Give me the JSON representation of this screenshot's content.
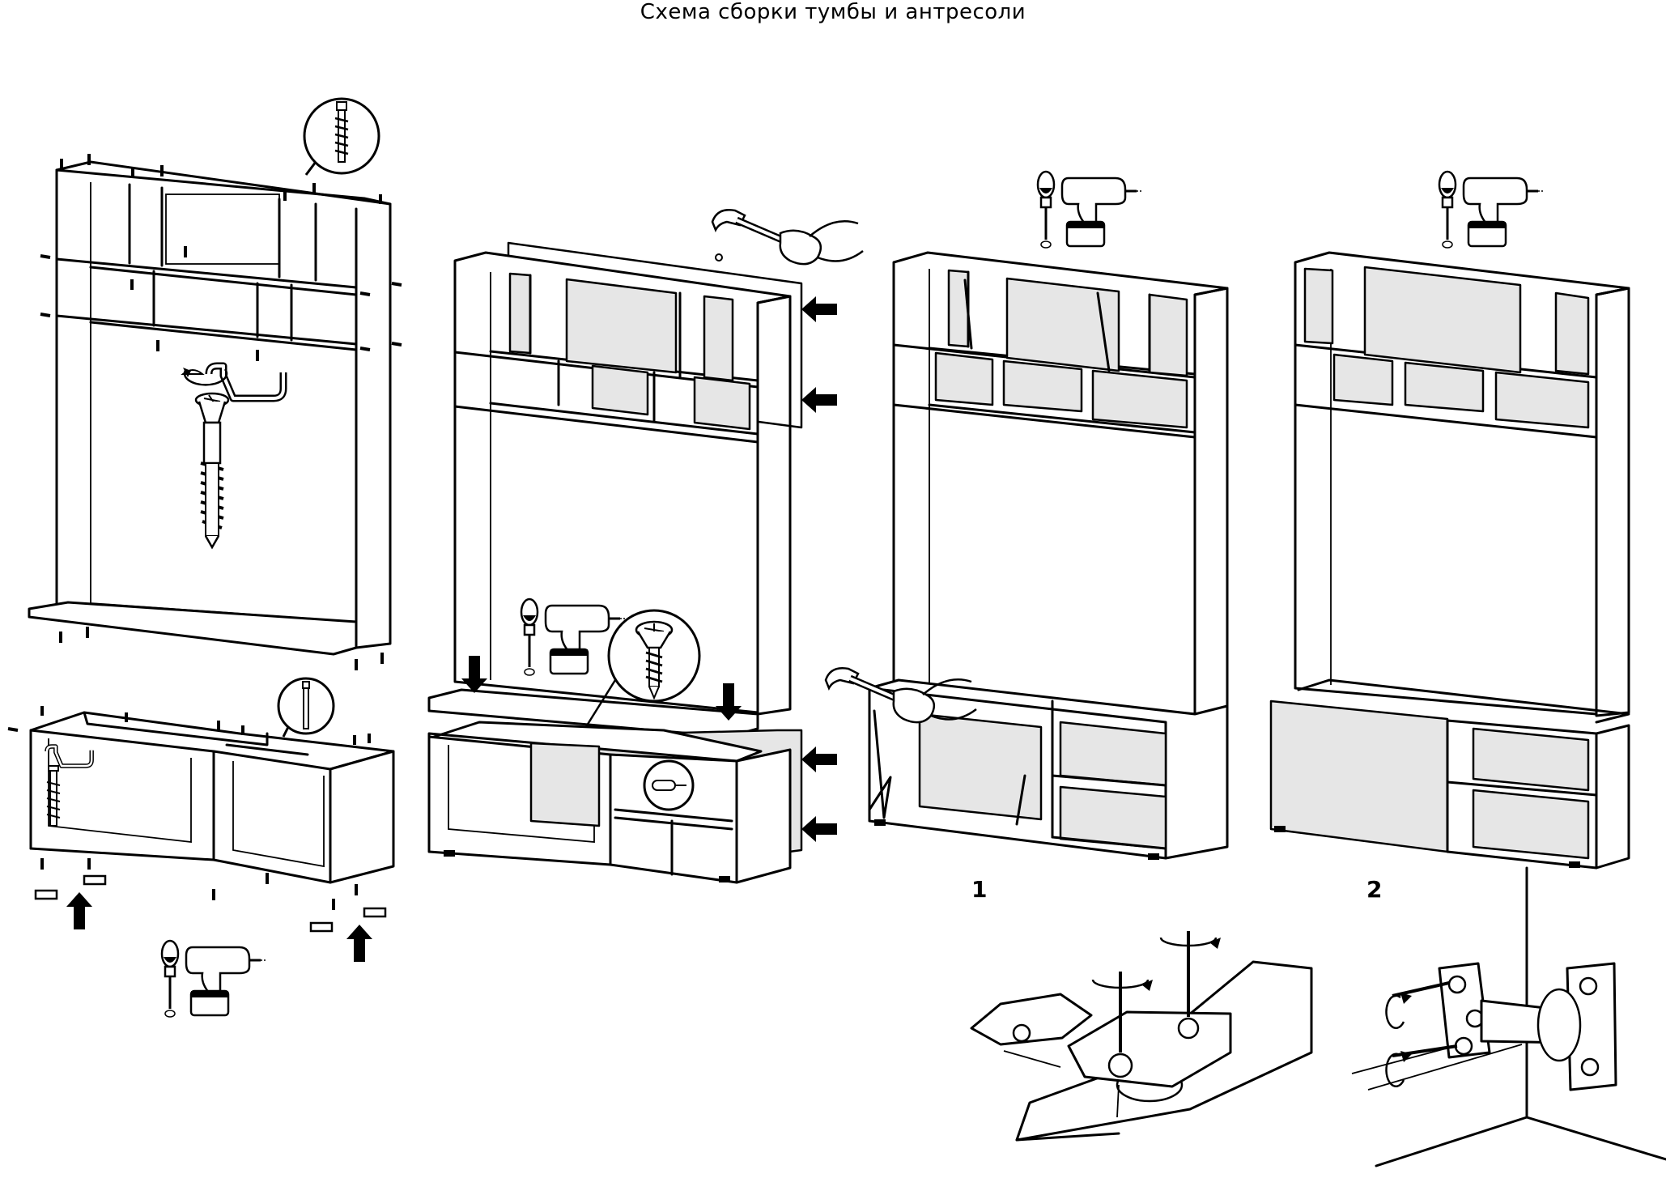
{
  "title": "Схема сборки тумбы и антресоли",
  "steps": [
    {
      "label": "1"
    },
    {
      "label": "2"
    }
  ],
  "icons": {
    "tool_sets": [
      "screwdriver-icon",
      "drill-icon"
    ],
    "hammer": "hammer-icon",
    "screw_detail": "screw-icon",
    "hex_key": "hex-key-icon",
    "confirmat": "confirmat-screw-icon",
    "arrows": "push-arrow-icon",
    "dowel": "dowel-icon",
    "hinge": "hinge-icon"
  },
  "colors": {
    "line": "#000000",
    "panel_fill": "#e6e6e6",
    "background": "#ffffff"
  }
}
